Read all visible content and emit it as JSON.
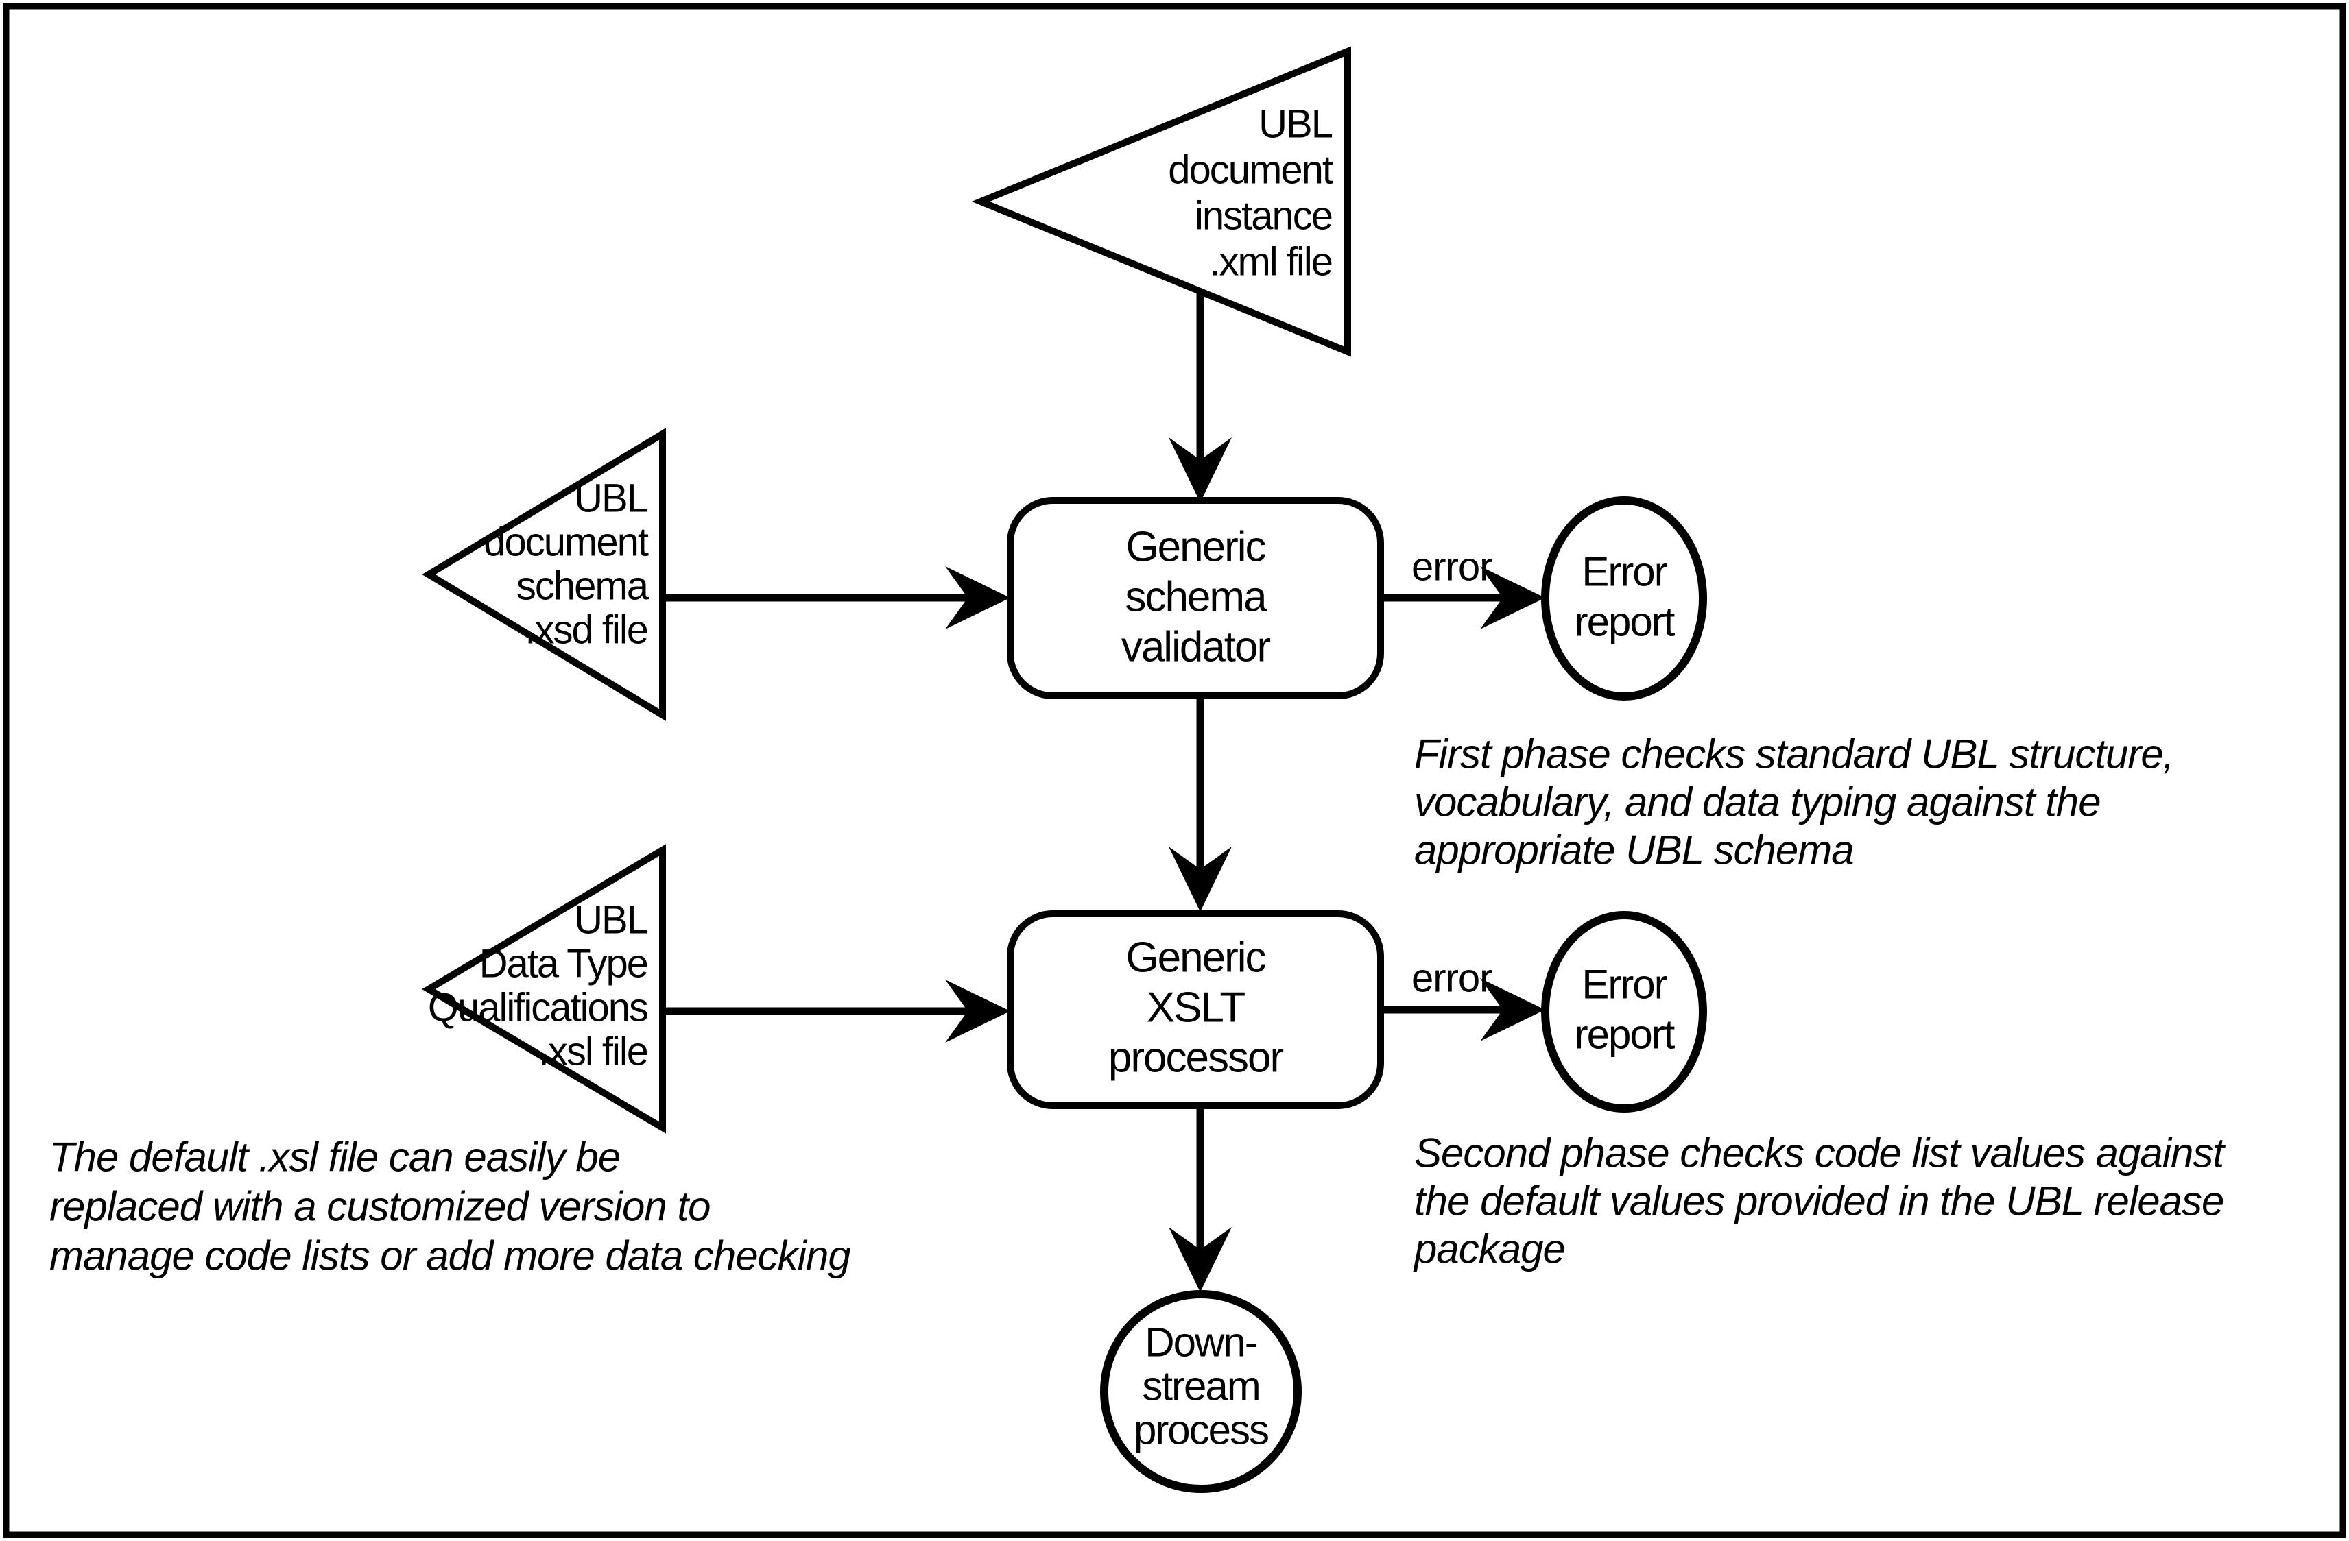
{
  "diagram": {
    "colors": {
      "ink": "#000000",
      "background": "#ffffff"
    },
    "instance_triangle": {
      "lines": [
        "UBL",
        "document",
        "instance",
        ".xml file"
      ]
    },
    "schema_triangle": {
      "lines": [
        "UBL",
        "document",
        "schema",
        ".xsd file"
      ]
    },
    "dtq_triangle": {
      "lines": [
        "UBL",
        "Data Type",
        "Qualifications",
        ".xsl file"
      ]
    },
    "validator_box": {
      "lines": [
        "Generic",
        "schema",
        "validator"
      ]
    },
    "xslt_box": {
      "lines": [
        "Generic",
        "XSLT",
        "processor"
      ]
    },
    "error_circle_1": {
      "lines": [
        "Error",
        "report"
      ]
    },
    "error_circle_2": {
      "lines": [
        "Error",
        "report"
      ]
    },
    "downstream_circle": {
      "lines": [
        "Down-",
        "stream",
        "process"
      ]
    },
    "error_label_1": "error",
    "error_label_2": "error",
    "note_first_phase": {
      "lines": [
        "First phase checks standard UBL structure,",
        "vocabulary, and data typing against the",
        "appropriate UBL schema"
      ]
    },
    "note_second_phase": {
      "lines": [
        "Second phase checks code list values against",
        "the default values provided in the UBL release",
        "package"
      ]
    },
    "note_default_xsl": {
      "lines": [
        "The default .xsl file can easily be",
        "replaced with a customized version to",
        "manage code lists or add more data checking"
      ]
    }
  }
}
